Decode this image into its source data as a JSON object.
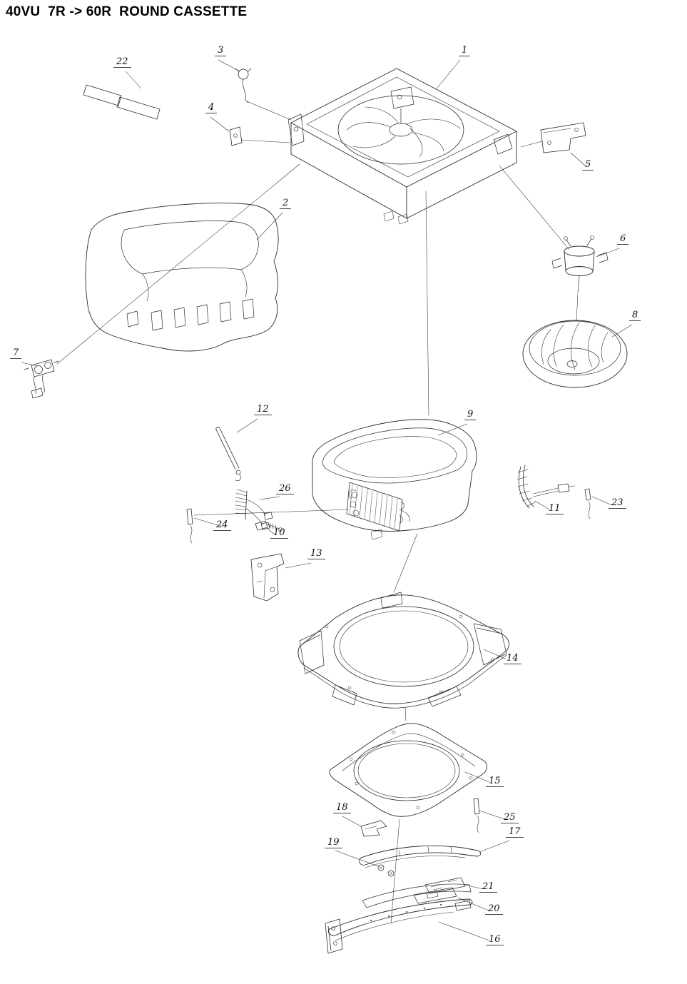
{
  "title": "40VU  7R -> 60R  ROUND CASSETTE",
  "diagram": {
    "type": "exploded-parts-diagram",
    "part_labels": [
      "1",
      "2",
      "3",
      "4",
      "5",
      "6",
      "7",
      "8",
      "9",
      "10",
      "11",
      "12",
      "13",
      "14",
      "15",
      "16",
      "17",
      "18",
      "19",
      "20",
      "21",
      "22",
      "23",
      "24",
      "25",
      "26"
    ]
  },
  "colors": {
    "line": "#2b2b2b",
    "background": "#ffffff",
    "text": "#000000"
  }
}
